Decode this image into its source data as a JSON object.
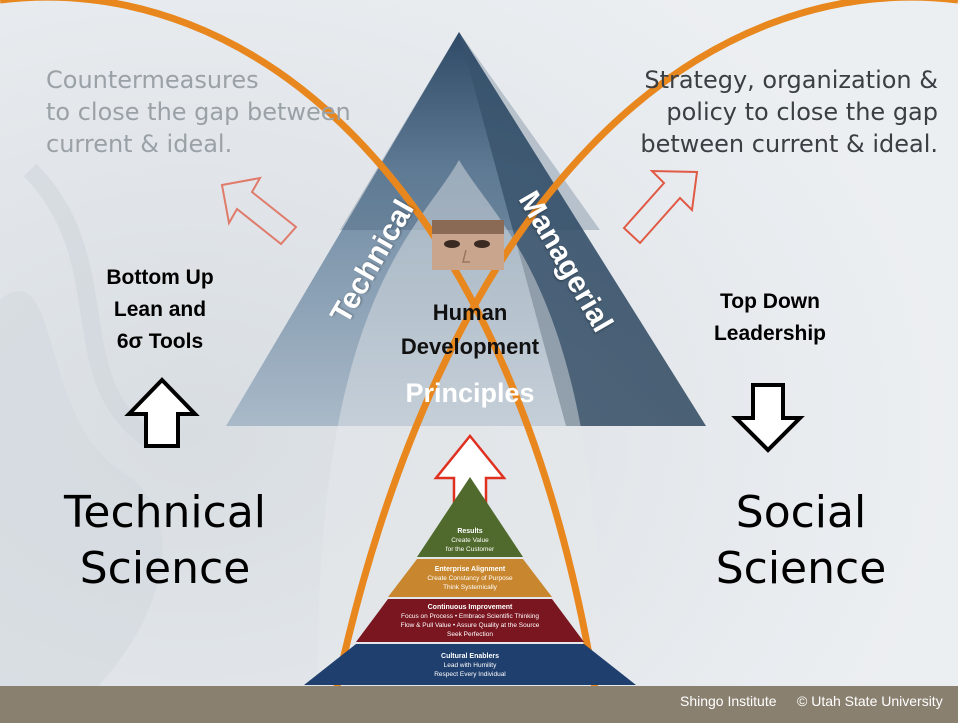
{
  "top_left_note": [
    "Countermeasures",
    "to close the gap between",
    "current & ideal."
  ],
  "top_right_note": [
    "Strategy, organization &",
    "policy to close the gap",
    "between current & ideal."
  ],
  "left_bold": [
    "Bottom Up",
    "Lean and",
    "6σ Tools"
  ],
  "right_bold": [
    "Top Down",
    "Leadership"
  ],
  "left_big": [
    "Technical",
    "Science"
  ],
  "right_big": [
    "Social",
    "Science"
  ],
  "triangle": {
    "left_side_label": "Technical",
    "right_side_label": "Managerial",
    "center_line1": "Human",
    "center_line2": "Development",
    "center_line3": "Principles"
  },
  "pyramid": [
    {
      "title": "Results",
      "lines": [
        "Create Value",
        "for the Customer"
      ],
      "color": "#4f6a2c"
    },
    {
      "title": "Enterprise Alignment",
      "lines": [
        "Create Constancy of Purpose",
        "Think Systemically"
      ],
      "color": "#c8872e"
    },
    {
      "title": "Continuous Improvement",
      "lines": [
        "Focus on Process • Embrace Scientific Thinking",
        "Flow & Pull Value • Assure Quality at the Source",
        "Seek Perfection"
      ],
      "color": "#7a1620"
    },
    {
      "title": "Cultural Enablers",
      "lines": [
        "Lead with Humility",
        "Respect Every Individual"
      ],
      "color": "#1f3f6e"
    }
  ],
  "footer": {
    "left": "Shingo Institute",
    "right": "© Utah State University"
  },
  "colors": {
    "orange_ring": "#e8871e",
    "triangle_dark": "#2e4a66",
    "triangle_light": "#9fb1c4",
    "arrow_red": "#e05a45"
  }
}
